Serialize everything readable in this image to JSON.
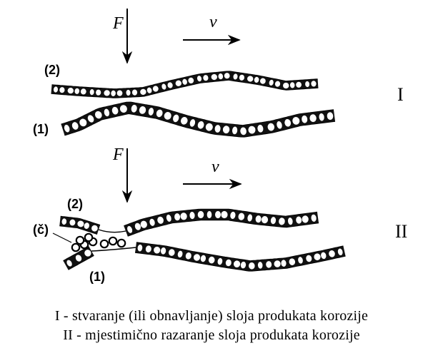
{
  "diagram": {
    "panel_1": {
      "force_label": "F",
      "velocity_label": "v",
      "layer_top_label": "(2)",
      "layer_bottom_label": "(1)",
      "roman": "I"
    },
    "panel_2": {
      "force_label": "F",
      "velocity_label": "v",
      "layer_top_label": "(2)",
      "layer_bottom_label": "(1)",
      "particles_label": "(č)",
      "roman": "II"
    }
  },
  "caption": {
    "line_1": "I - stvaranje (ili obnavljanje) sloja produkata korozije",
    "line_2": "II - mjestimično razaranje sloja produkata korozije"
  }
}
